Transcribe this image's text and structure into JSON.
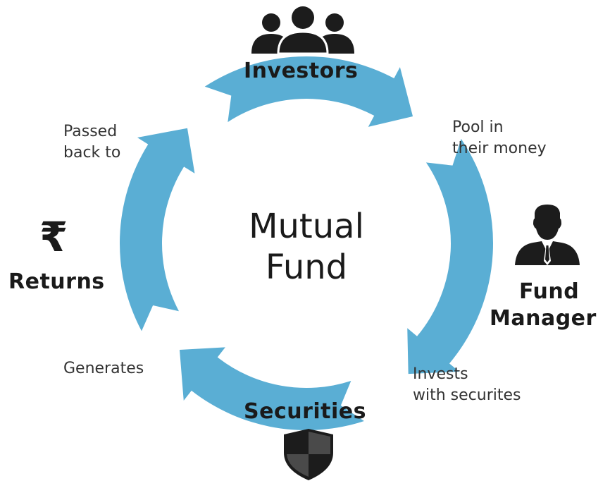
{
  "center": {
    "line1": "Mutual",
    "line2": "Fund"
  },
  "nodes": {
    "investors": {
      "label": "Investors",
      "icon": "people-icon"
    },
    "fund_manager": {
      "line1": "Fund",
      "line2": "Manager",
      "icon": "businessman-icon"
    },
    "securities": {
      "label": "Securities",
      "icon": "shield-icon"
    },
    "returns": {
      "label": "Returns",
      "icon": "rupee-icon",
      "symbol": "₹"
    }
  },
  "edges": {
    "pool": "Pool in\ntheir money",
    "invests": "Invests\nwith securites",
    "generates": "Generates",
    "passed": "Passed\nback to"
  },
  "colors": {
    "arrow": "#5aaed4",
    "icon": "#1c1c1c"
  }
}
